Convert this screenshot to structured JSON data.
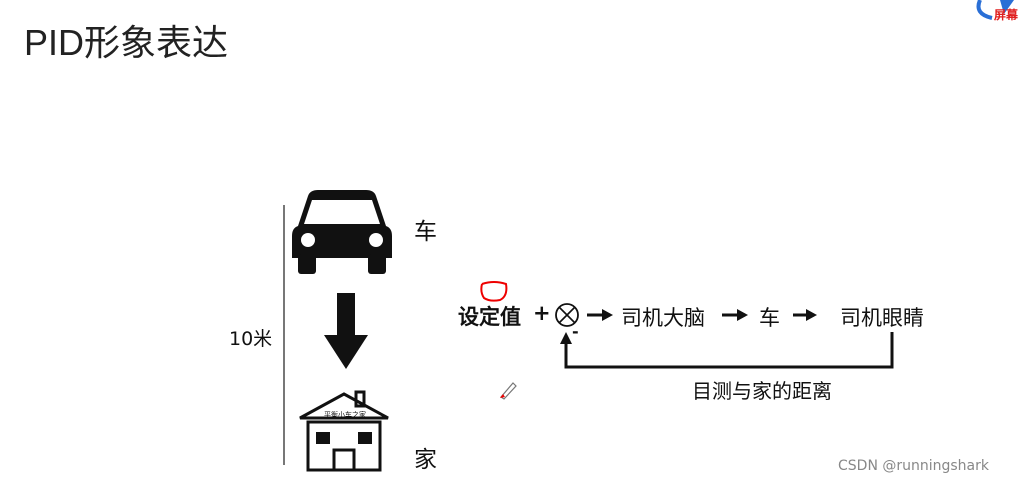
{
  "slide": {
    "title": "PID形象表达",
    "left": {
      "car_label": "车",
      "home_label": "家",
      "distance_label": "10米",
      "house_sign": "平衡小车之家"
    },
    "diagram": {
      "setpoint": "设定值",
      "plus": "+",
      "minus": "-",
      "brain": "司机大脑",
      "car": "车",
      "eyes": "司机眼睛",
      "feedback": "目测与家的距离"
    }
  },
  "overlay": {
    "logo_text": "屏幕",
    "watermark": "CSDN @runningshark"
  }
}
